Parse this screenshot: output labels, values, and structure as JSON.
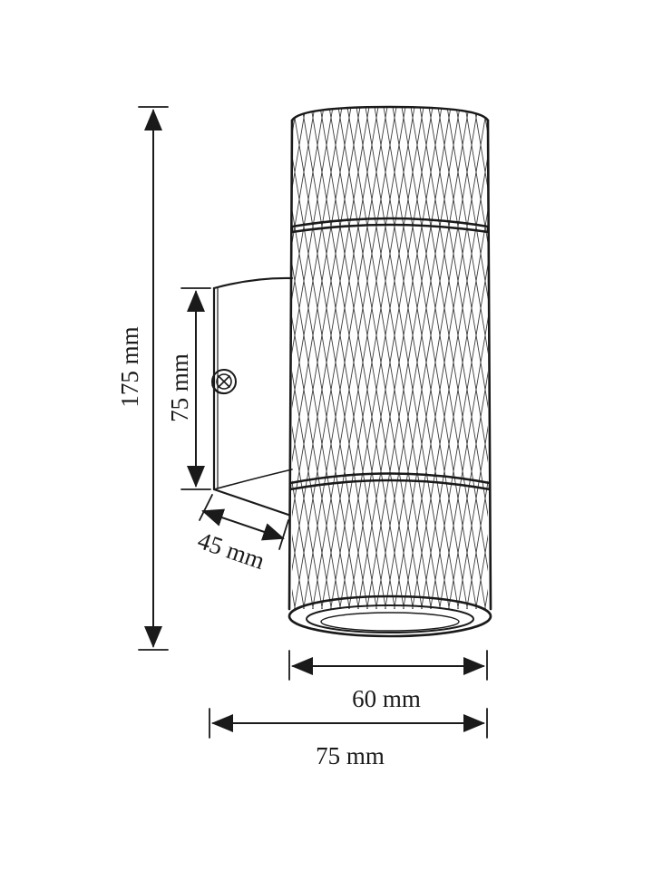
{
  "dimensions": {
    "total_height": "175 mm",
    "bracket_height": "75 mm",
    "bracket_depth": "45 mm",
    "body_diameter": "60 mm",
    "total_width": "75 mm"
  },
  "colors": {
    "line": "#1a1a1a",
    "background": "#ffffff"
  },
  "icons": [
    "mounting-screw-icon"
  ]
}
